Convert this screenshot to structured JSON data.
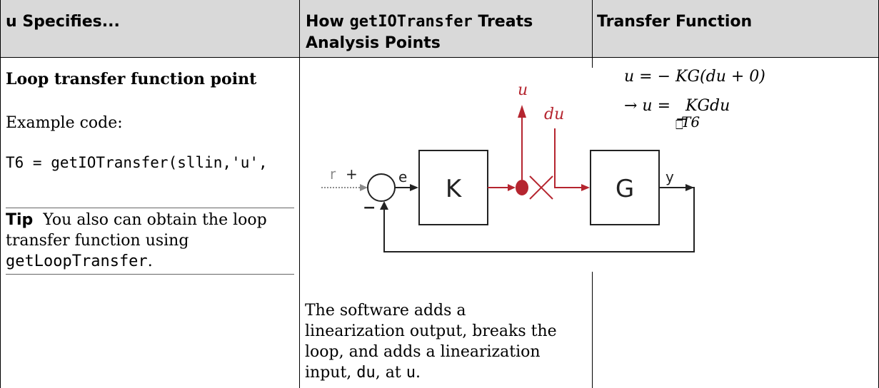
{
  "header": {
    "col1": "u Specifies...",
    "col2_prefix": "How ",
    "col2_code": "getIOTransfer",
    "col2_suffix": " Treats",
    "col2_line2": "Analysis Points",
    "col3": "Transfer Function"
  },
  "row": {
    "title": "Loop transfer function point",
    "example_label": "Example code:",
    "code": "T6 = getIOTransfer(sllin,'u',",
    "tip_label": "Tip",
    "tip_text_1": "You also can obtain the loop",
    "tip_text_2": "transfer function using",
    "tip_code": "getLoopTransfer",
    "tip_end": ".",
    "desc_1": "The software adds a",
    "desc_2": "linearization output, breaks the",
    "desc_3": "loop, and adds a linearization",
    "desc_4_a": "input, ",
    "desc_4_code1": "du",
    "desc_4_b": ", at ",
    "desc_4_code2": "u",
    "desc_4_c": ".",
    "eq1": "u = − KG(du + 0)",
    "eq2_prefix": "→ u = ",
    "eq2_box": "⎕",
    "eq2_minus": "−",
    "eq2_kgdu": "KGdu",
    "eq2_sub": "T6"
  },
  "diagram": {
    "label_u": "u",
    "label_du": "du",
    "label_r": "r",
    "label_plus": "+",
    "label_minus": "−",
    "label_e": "e",
    "label_y": "y",
    "block_k": "K",
    "block_g": "G",
    "colors": {
      "red": "#b5252f",
      "black": "#222222",
      "gray": "#8c8c8c"
    }
  }
}
